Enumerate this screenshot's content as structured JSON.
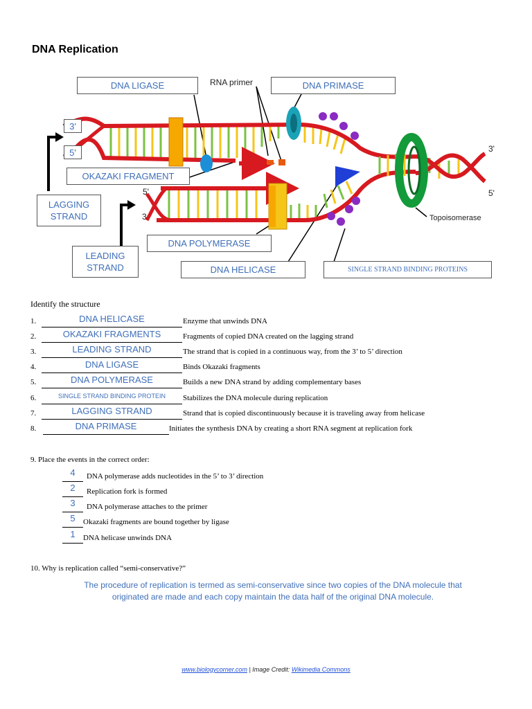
{
  "title": "DNA Replication",
  "diagram": {
    "labels": {
      "dna_ligase": "DNA LIGASE",
      "rna_primer": "RNA primer",
      "dna_primase": "DNA PRIMASE",
      "okazaki_fragment": "OKAZAKI FRAGMENT",
      "lagging_strand": "LAGGING STRAND",
      "leading_strand": "LEADING STRAND",
      "dna_polymerase": "DNA POLYMERASE",
      "dna_helicase": "DNA HELICASE",
      "ssb_proteins": "SINGLE STRAND BINDING PROTEINS",
      "topoisomerase": "Topoisomerase",
      "end_3_top_left": "3'",
      "end_5_top_left": "5'",
      "end_5_bottom_left": "5'",
      "end_3_bottom_left": "3",
      "end_3_right": "3'",
      "end_5_right": "5'"
    },
    "colors": {
      "backbone": "#d71920",
      "base_green": "#7cc242",
      "base_yellow": "#f5c518",
      "polymerase": "#f6a800",
      "helicase": "#1f3fd6",
      "primase": "#1aa3b8",
      "topoisomerase": "#139a3a",
      "ssb": "#8a2bc2",
      "ligase": "#1c8fd6",
      "primer": "#e85a10"
    }
  },
  "identify": {
    "heading": "Identify the structure",
    "items": [
      {
        "num": "1.",
        "answer": "DNA HELICASE",
        "desc": "Enzyme that unwinds DNA"
      },
      {
        "num": "2.",
        "answer": "OKAZAKI FRAGMENTS",
        "desc": "Fragments of copied DNA created on the lagging strand"
      },
      {
        "num": "3.",
        "answer": "LEADING STRAND",
        "desc": "The strand that is copied in a continuous way, from the 3’ to 5’ direction"
      },
      {
        "num": "4.",
        "answer": "DNA LIGASE",
        "desc": "Binds Okazaki fragments"
      },
      {
        "num": "5.",
        "answer": "DNA POLYMERASE",
        "desc": "Builds a new DNA strand by adding complementary bases"
      },
      {
        "num": "6.",
        "answer": "SINGLE STRAND BINDING PROTEIN",
        "desc": "Stabilizes the DNA molecule during replication"
      },
      {
        "num": "7.",
        "answer": "LAGGING STRAND",
        "desc": "Strand that is copied discontinuously because it is traveling away from helicase"
      },
      {
        "num": "8.",
        "answer": "DNA PRIMASE",
        "desc": "Initiates the synthesis DNA by creating a short RNA segment at replication fork"
      }
    ]
  },
  "order": {
    "prompt": "9.  Place the events in the correct order:",
    "items": [
      {
        "answer": "4",
        "text": "DNA polymerase adds nucleotides in the 5’ to 3’ direction"
      },
      {
        "answer": "2",
        "text": "Replication fork is formed"
      },
      {
        "answer": "3",
        "text": "DNA polymerase attaches to the primer"
      },
      {
        "answer": "5",
        "text": "Okazaki fragments are bound together by ligase"
      },
      {
        "answer": "1",
        "text": "DNA helicase unwinds DNA"
      }
    ]
  },
  "q10": {
    "question": "10.   Why is replication called “semi-conservative?”",
    "answer_line1": "The procedure of replication is termed as semi-conservative since two copies of the DNA molecule that",
    "answer_line2": "originated are made and each copy maintain the data half of the original DNA molecule."
  },
  "footer": {
    "site": "www.biologycorner.com",
    "separator": " | Image Credit: ",
    "credit": "Wikimedia Commons"
  }
}
